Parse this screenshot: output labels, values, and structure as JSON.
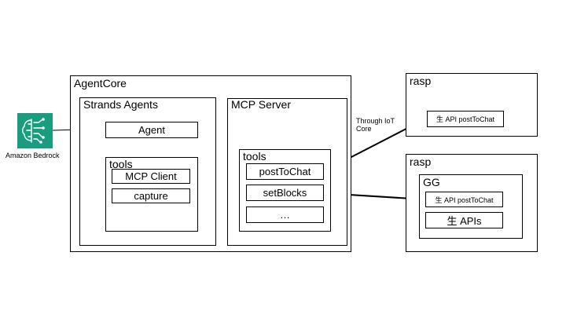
{
  "bedrock": {
    "label": "Amazon Bedrock",
    "icon": "bedrock-brain-icon",
    "color": "#1a9c7f"
  },
  "agentcore": {
    "title": "AgentCore",
    "strands": {
      "title": "Strands Agents",
      "agent_label": "Agent",
      "tools": {
        "title": "tools",
        "items": [
          "MCP Client",
          "capture"
        ]
      }
    },
    "mcp_server": {
      "title": "MCP Server",
      "tools": {
        "title": "tools",
        "items": [
          "postToChat",
          "setBlocks",
          "…"
        ]
      }
    }
  },
  "iot_label": "Through IoT Core",
  "rasp_top": {
    "title": "rasp",
    "api_label": "生 API postToChat"
  },
  "rasp_bottom": {
    "title": "rasp",
    "gg": {
      "title": "GG",
      "api_label": "生 API postToChat",
      "apis_label": "生 APIs"
    }
  }
}
